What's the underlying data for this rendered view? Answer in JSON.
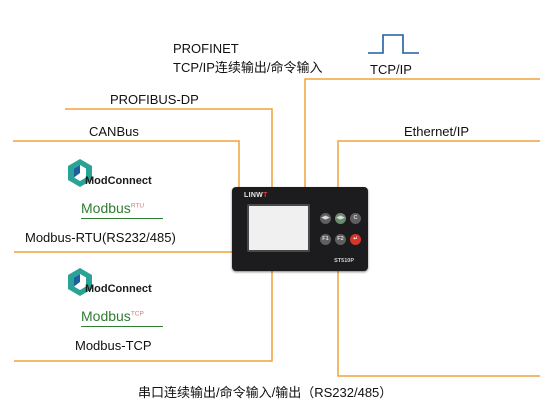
{
  "labels": {
    "profinet": "PROFINET",
    "tcpip_continuous": "TCP/IP连续输出/命令输入",
    "tcpip": "TCP/IP",
    "profibus": "PROFIBUS-DP",
    "canbus": "CANBus",
    "ethernet": "Ethernet/IP",
    "modbus_rtu": "Modbus-RTU(RS232/485)",
    "modbus_tcp": "Modbus-TCP",
    "serial": "串口连续输出/命令输入/输出（RS232/485）"
  },
  "logos": {
    "modconnect_1": "ModConnect",
    "modbus_1": "Modbus",
    "modbus_1_sup": "RTU",
    "modconnect_2": "ModConnect",
    "modbus_2": "Modbus",
    "modbus_2_sup": "TCP"
  },
  "device": {
    "brand_prefix": "LINW",
    "brand_suffix": "T",
    "model": "ST510P",
    "buttons": [
      "◀▶",
      "◀▶",
      "C",
      "F1",
      "F2",
      "↵"
    ]
  },
  "colors": {
    "wire": "#f2a23a",
    "device": "#1c1c1e",
    "modbus_green": "#2e7d32",
    "accent_red": "#d7342c",
    "logo_teal": "#2aa397",
    "logo_blue": "#1f5fa0"
  }
}
